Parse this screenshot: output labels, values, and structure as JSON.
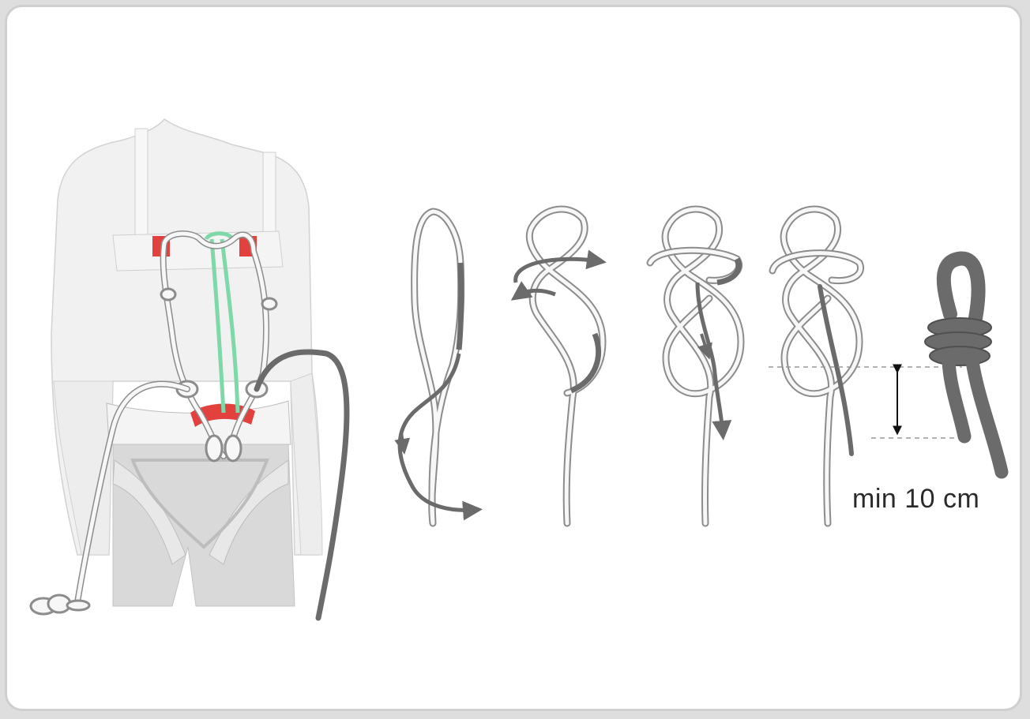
{
  "measurement": {
    "label": "min 10 cm"
  },
  "colors": {
    "rope_light": "#f7f7f7",
    "rope_outline": "#8c8c8c",
    "rope_dark": "#6b6b6b",
    "harness_red": "#e2413d",
    "sling_green": "#7fd8a8",
    "body_fill": "#eeeeee"
  },
  "figures": {
    "climber": "climber-with-harness",
    "steps": [
      "knot-step-1",
      "knot-step-2",
      "knot-step-3",
      "knot-step-4",
      "finished-knot"
    ]
  }
}
